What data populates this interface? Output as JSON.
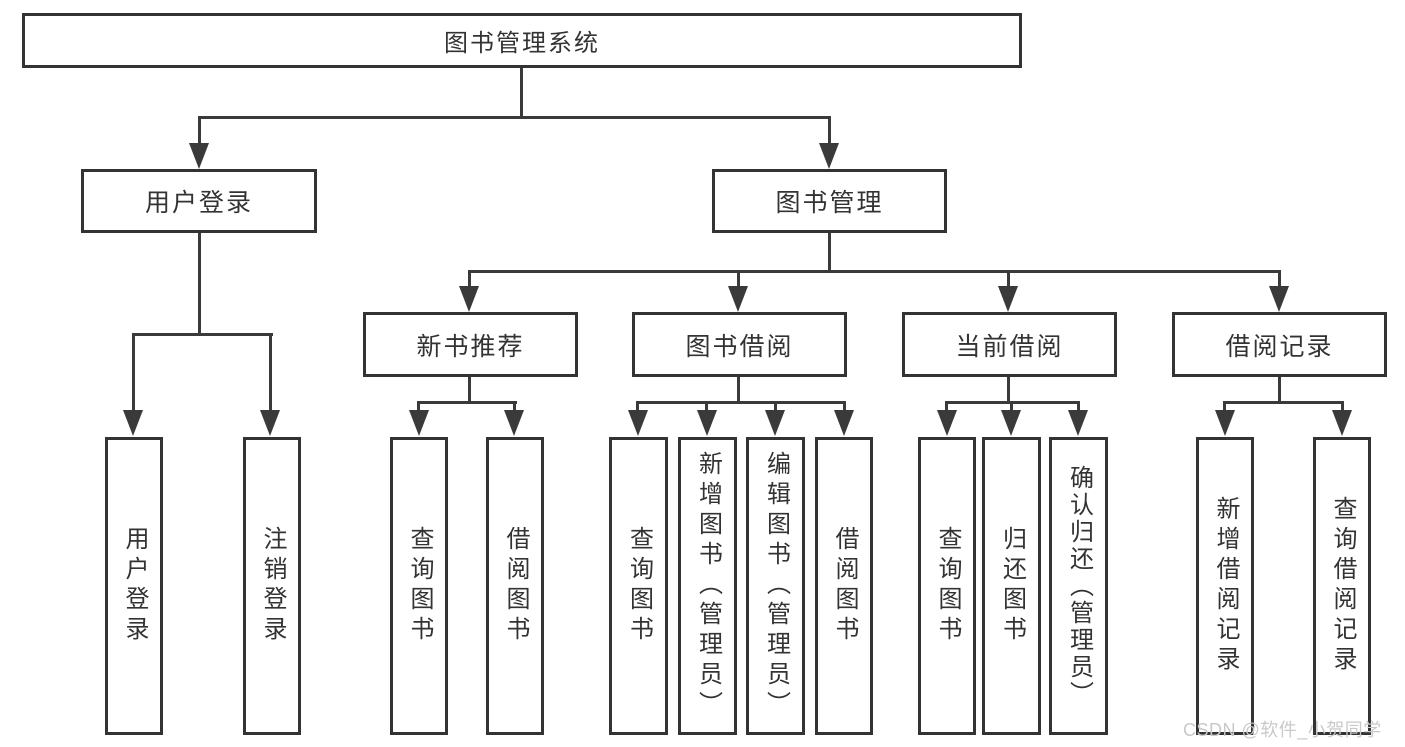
{
  "diagram": {
    "type": "hierarchy-tree",
    "title": "图书管理系统",
    "colors": {
      "line": "#3a3a3a",
      "box_border": "#333333",
      "text": "#333333",
      "background": "#ffffff",
      "watermark": "#c9c9c9"
    },
    "nodes": {
      "root": "图书管理系统",
      "user_login": "用户登录",
      "book_mgmt": "图书管理",
      "new_book_rec": "新书推荐",
      "book_borrow": "图书借阅",
      "current_borrow": "当前借阅",
      "borrow_records": "借阅记录",
      "leaf_user_login": "用户登录",
      "leaf_logout": "注销登录",
      "leaf_rec_query_book": "查询图书",
      "leaf_rec_borrow_book": "借阅图书",
      "leaf_bb_query_book": "查询图书",
      "leaf_bb_add_book": "新增图书（管理员）",
      "leaf_bb_edit_book": "编辑图书（管理员）",
      "leaf_bb_borrow_book": "借阅图书",
      "leaf_cb_query_book": "查询图书",
      "leaf_cb_return_book": "归还图书",
      "leaf_cb_confirm_return": "确认归还（管理员）",
      "leaf_br_add_record": "新增借阅记录",
      "leaf_br_query_record": "查询借阅记录"
    },
    "edges": [
      [
        "图书管理系统",
        "用户登录"
      ],
      [
        "图书管理系统",
        "图书管理"
      ],
      [
        "用户登录",
        "用户登录"
      ],
      [
        "用户登录",
        "注销登录"
      ],
      [
        "图书管理",
        "新书推荐"
      ],
      [
        "图书管理",
        "图书借阅"
      ],
      [
        "图书管理",
        "当前借阅"
      ],
      [
        "图书管理",
        "借阅记录"
      ],
      [
        "新书推荐",
        "查询图书"
      ],
      [
        "新书推荐",
        "借阅图书"
      ],
      [
        "图书借阅",
        "查询图书"
      ],
      [
        "图书借阅",
        "新增图书（管理员）"
      ],
      [
        "图书借阅",
        "编辑图书（管理员）"
      ],
      [
        "图书借阅",
        "借阅图书"
      ],
      [
        "当前借阅",
        "查询图书"
      ],
      [
        "当前借阅",
        "归还图书"
      ],
      [
        "当前借阅",
        "确认归还（管理员）"
      ],
      [
        "借阅记录",
        "新增借阅记录"
      ],
      [
        "借阅记录",
        "查询借阅记录"
      ]
    ]
  },
  "watermark": "CSDN @软件_小贺同学"
}
